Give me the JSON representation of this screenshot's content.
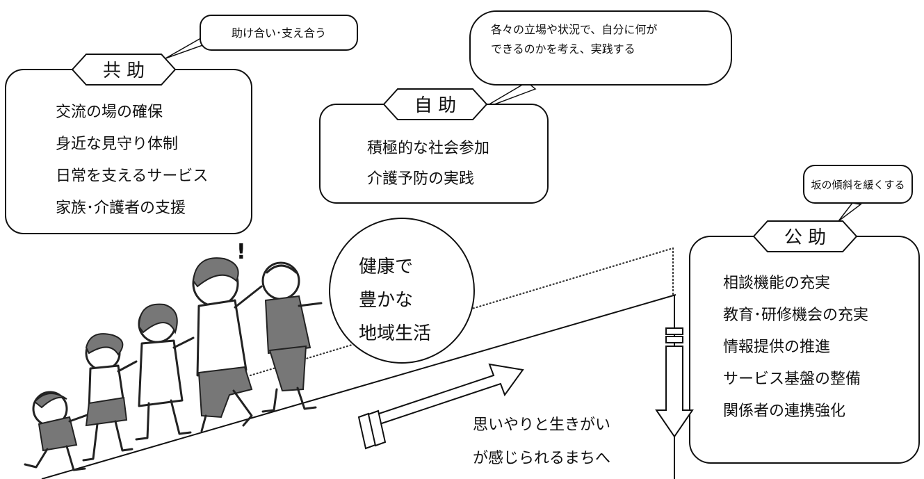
{
  "kyojo": {
    "title": "共 助",
    "callout": "助け合い･支え合う",
    "items": [
      "交流の場の確保",
      "身近な見守り体制",
      "日常を支えるサービス",
      "家族･介護者の支援"
    ]
  },
  "jijo": {
    "title": "自 助",
    "callout_lines": [
      "各々の立場や状況で、自分に何が",
      "できるのかを考え、実践する"
    ],
    "items": [
      "積極的な社会参加",
      "介護予防の実践"
    ]
  },
  "kojo": {
    "title": "公 助",
    "callout": "坂の傾斜を緩くする",
    "items": [
      "相談機能の充実",
      "教育･研修機会の充実",
      "情報提供の推進",
      "サービス基盤の整備",
      "関係者の連携強化"
    ]
  },
  "goal": {
    "lines": [
      "健康で",
      "豊かな",
      "地域生活"
    ]
  },
  "slogan": {
    "lines": [
      "思いやりと生きがい",
      "が感じられるまちへ"
    ]
  },
  "figures": {
    "exclamation": "!"
  }
}
